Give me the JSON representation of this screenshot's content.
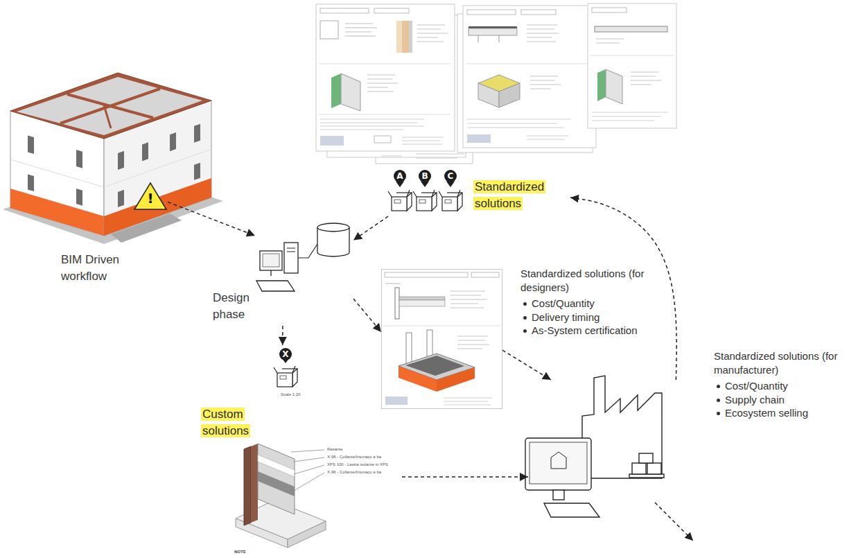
{
  "diagram": {
    "nodes": [
      {
        "text": [
          "BIM Driven workflow"
        ]
      },
      {
        "text": [
          "!"
        ],
        "in": 0
      },
      {
        "text": [
          "Design phase"
        ]
      },
      {
        "text": [
          "Standardized solutions"
        ]
      },
      {
        "text": [
          "Standardized solutions (for designers)",
          "Cost/Quantity",
          "Delivery timing",
          "As-System certification"
        ]
      },
      {
        "text": [
          "Custom solutions"
        ]
      },
      {
        "text": [
          "Standardized solutions (for manufacturer)",
          "Cost/Quantity",
          "Supply chain",
          "Ecosystem selling"
        ]
      }
    ],
    "edges": [
      {
        "from": 1,
        "to": 2,
        "arrow": "to"
      },
      {
        "from": 3,
        "to": 2,
        "arrow": "to"
      },
      {
        "from": 2,
        "to": 4,
        "arrow": "to"
      },
      {
        "from": 2,
        "to": 5,
        "arrow": "to"
      },
      {
        "from": 4,
        "to": 6,
        "arrow": "to"
      },
      {
        "from": 5,
        "to": 6,
        "arrow": "to"
      },
      {
        "from": 6,
        "to": 3,
        "arrow": "to"
      }
    ],
    "labels": [
      "A",
      "B",
      "C",
      "X",
      "Scale 1:20",
      "Rasante",
      "X-96 - Collante/Intonaco a ba",
      "XPS 100 - Lastra isolante in XPS",
      "X-96 - Collante/Intonaco a ba",
      "NOTE"
    ]
  }
}
